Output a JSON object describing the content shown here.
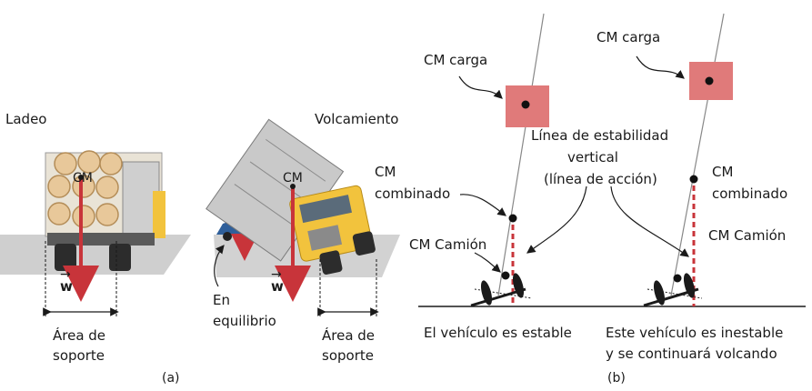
{
  "panel_a": {
    "title_left": "Ladeo",
    "title_right": "Volcamiento",
    "cm_left": "CM",
    "cm_right": "CM",
    "weight_left": "w",
    "weight_right": "w",
    "support_left": [
      "Área de",
      "soporte"
    ],
    "support_right": [
      "Área de",
      "soporte"
    ],
    "equilibrium": [
      "En",
      "equilibrio"
    ],
    "caption": "(a)"
  },
  "panel_b": {
    "cm_load_1": "CM carga",
    "cm_load_2": "CM carga",
    "cm_combined_1": [
      "CM",
      "combinado"
    ],
    "cm_combined_2": [
      "CM",
      "combinado"
    ],
    "cm_truck_1": "CM Camión",
    "cm_truck_2": "CM Camión",
    "stability_line": [
      "Línea de estabilidad",
      "vertical",
      "(línea de acción)"
    ],
    "stable": "El vehículo es estable",
    "unstable": [
      "Este vehículo es inestable",
      "y se continuará volcando"
    ],
    "caption": "(b)"
  },
  "colors": {
    "weight_arrow": "#c8343a",
    "load_box": "#e07a7a",
    "ground": "#cfcfcf",
    "truck_yellow": "#f2c33d",
    "car_blue": "#2f5f9a"
  }
}
